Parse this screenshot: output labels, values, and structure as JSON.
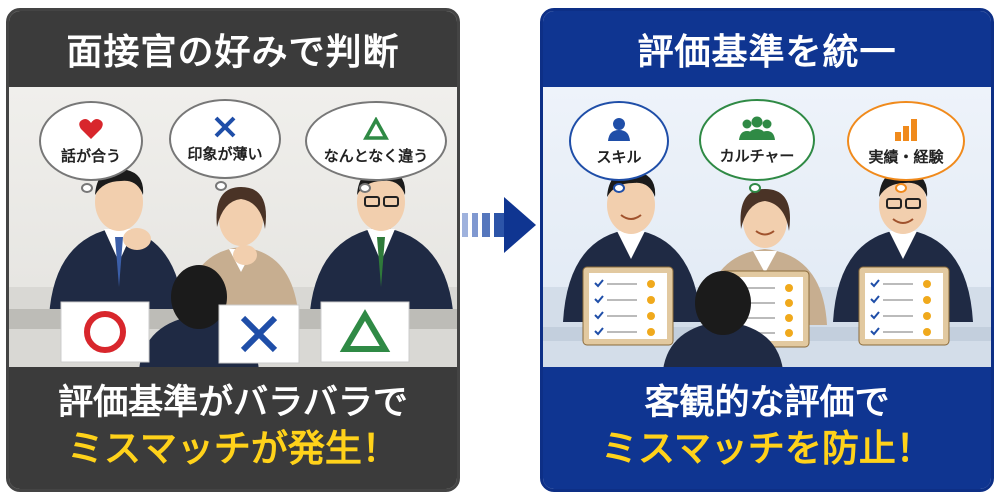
{
  "left_panel": {
    "title": "面接官の好みで判断",
    "bubbles": [
      {
        "icon": "heart-icon",
        "text": "話が合う"
      },
      {
        "icon": "cross-icon",
        "text": "印象が薄い"
      },
      {
        "icon": "triangle-icon",
        "text": "なんとなく違う"
      }
    ],
    "cards": [
      "circle-mark-icon",
      "cross-mark-icon",
      "triangle-mark-icon"
    ],
    "caption_line1": "評価基準がバラバラで",
    "caption_line2": "ミスマッチが発生！"
  },
  "right_panel": {
    "title": "評価基準を統一",
    "bubbles": [
      {
        "icon": "person-icon",
        "text": "スキル"
      },
      {
        "icon": "group-icon",
        "text": "カルチャー"
      },
      {
        "icon": "bar-chart-icon",
        "text": "実績・経験"
      }
    ],
    "caption_line1": "客観的な評価で",
    "caption_line2": "ミスマッチを防止！"
  },
  "colors": {
    "dark_panel": "#3b3b3b",
    "blue_panel": "#0f3591",
    "highlight_yellow": "#ffd21a",
    "heart_red": "#d8262c",
    "cross_blue": "#1f4ea8",
    "triangle_green": "#2f8a45",
    "chart_orange": "#f08a1c"
  }
}
